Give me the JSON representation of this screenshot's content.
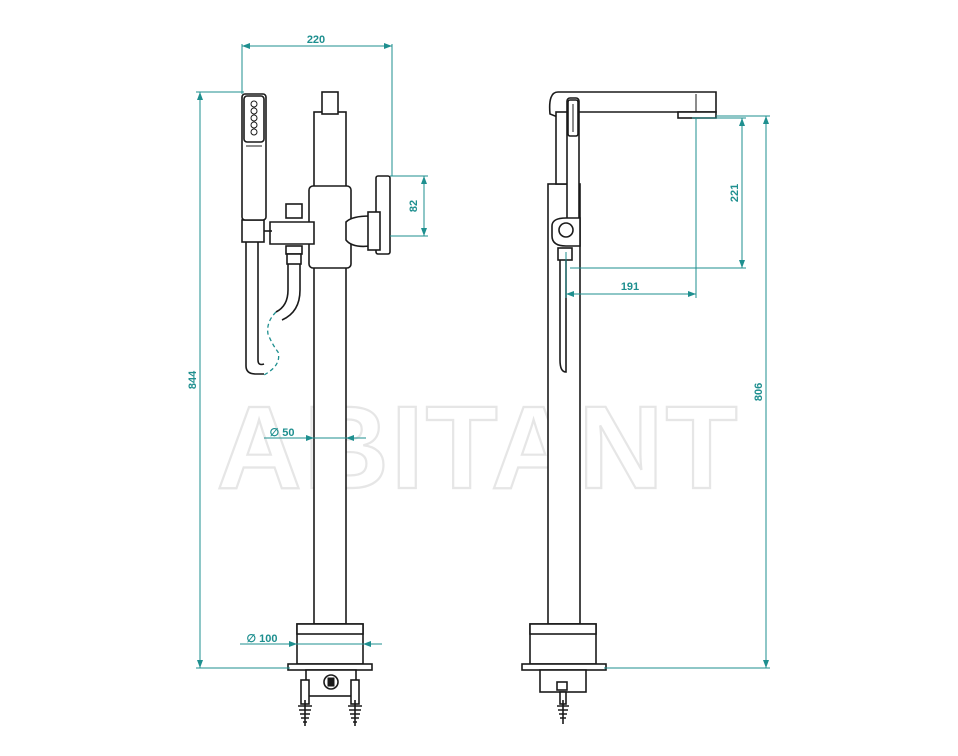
{
  "watermark": "ABITANT",
  "colors": {
    "dimension": "#1e8f8f",
    "outline": "#1a1a1a",
    "watermark_stroke": "#e6e6e6"
  },
  "dimensions": {
    "width_total": "220",
    "control_height": "82",
    "overall_height": "844",
    "column_diameter": "∅ 50",
    "base_diameter": "∅ 100",
    "spout_drop": "221",
    "spout_reach": "191",
    "spout_outlet_height": "806"
  }
}
